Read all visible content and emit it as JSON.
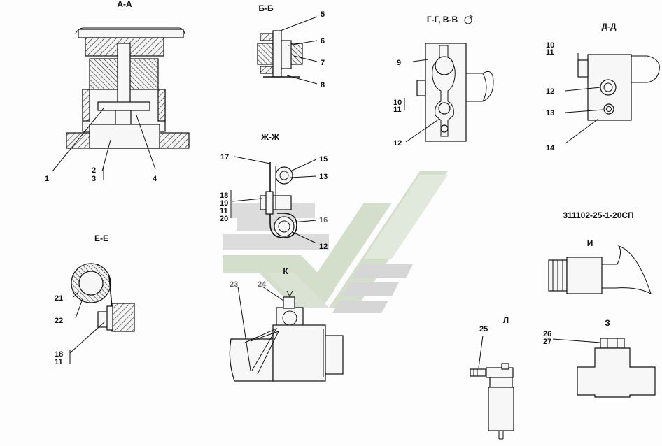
{
  "sections": {
    "aa": "А-А",
    "bb": "Б-Б",
    "gg": "Г-Г, В-В",
    "dd": "Д-Д",
    "zhzh": "Ж-Ж",
    "ee": "Е-Е",
    "k": "К",
    "i": "И",
    "l": "Л",
    "z": "З"
  },
  "drawing_code": "311102-25-1-20СП",
  "callouts": {
    "aa_1": "1",
    "aa_2": "2",
    "aa_3": "3",
    "aa_4": "4",
    "bb_5": "5",
    "bb_6": "6",
    "bb_7": "7",
    "bb_8": "8",
    "gg_9": "9",
    "gg_10": "10",
    "gg_11": "11",
    "gg_12": "12",
    "dd_10": "10",
    "dd_11": "11",
    "dd_12": "12",
    "dd_13": "13",
    "dd_14": "14",
    "zh_17": "17",
    "zh_15": "15",
    "zh_13": "13",
    "zh_18": "18",
    "zh_19": "19",
    "zh_11": "11",
    "zh_20": "20",
    "zh_16": "16",
    "zh_12": "12",
    "ee_21": "21",
    "ee_22": "22",
    "ee_18": "18",
    "ee_11": "11",
    "k_23": "23",
    "k_24": "24",
    "l_25": "25",
    "z_26": "26",
    "z_27": "27"
  },
  "colors": {
    "ink": "#111111",
    "watermark_green": "#c8d6bd",
    "watermark_gray": "#d4d4d4"
  }
}
